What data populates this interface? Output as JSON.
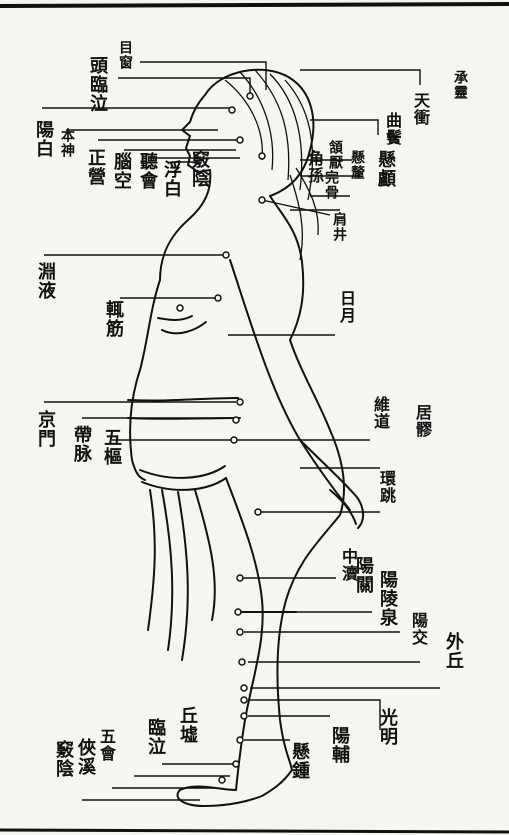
{
  "labels": [
    "頭臨泣",
    "目窗",
    "承靈",
    "天衝",
    "曲鬢",
    "陽白",
    "本神",
    "正營",
    "腦空",
    "頷厭",
    "懸釐",
    "懸顱",
    "角孫",
    "聽會",
    "浮白",
    "竅陰",
    "完骨",
    "肩井",
    "淵液",
    "輒筋",
    "日月",
    "京門",
    "帶脉",
    "五樞",
    "維道",
    "居髎",
    "環跳",
    "中瀆",
    "陽關",
    "陽陵泉",
    "陽交",
    "外丘",
    "光明",
    "陽輔",
    "懸鍾",
    "丘墟",
    "臨泣",
    "五會",
    "俠溪",
    "竅陰"
  ],
  "colors": {
    "ink": "#111111",
    "paper": "#f7f5ef"
  }
}
